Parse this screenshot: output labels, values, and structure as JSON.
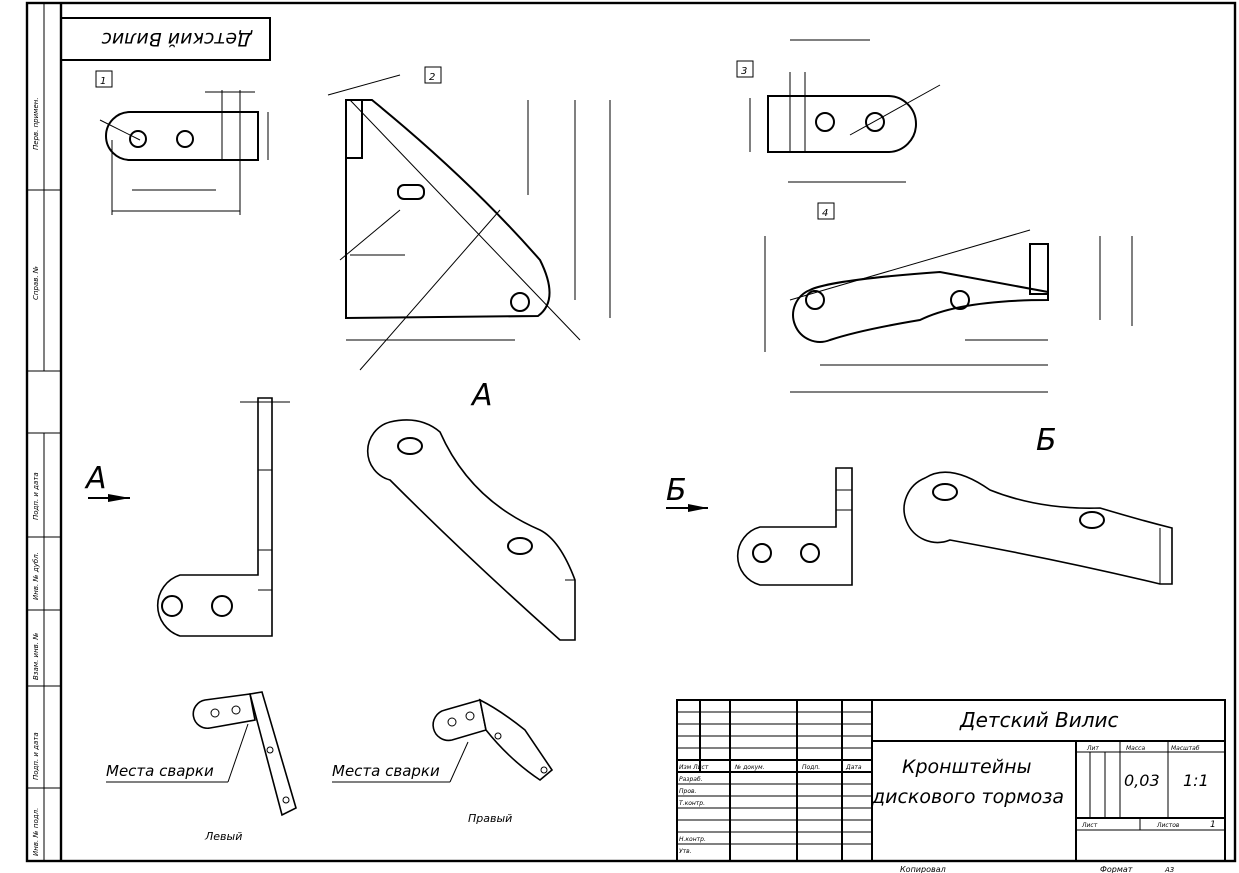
{
  "stamp_box": {
    "text": "Детский Вилис"
  },
  "views": {
    "section_a": "А",
    "section_b": "Б",
    "arrow_a": "А",
    "arrow_b": "Б",
    "bracket_marks": [
      "1",
      "2",
      "3",
      "4"
    ]
  },
  "weld_callouts": {
    "left": "Места сварки",
    "right": "Места сварки",
    "left_part": "Левый",
    "right_part": "Правый"
  },
  "title_block": {
    "project": "Детский Вилис",
    "name_line1": "Кронштейны",
    "name_line2": "дискового тормоза",
    "lit_header": "Лит",
    "mass_header": "Масса",
    "scale_header": "Масштаб",
    "mass_value": "0,03",
    "scale_value": "1:1",
    "sheet_label": "Лист",
    "sheets_label": "Листов",
    "sheets_value": "1",
    "rows": [
      "Изм Лист",
      "№ докум.",
      "Подп.",
      "Дата",
      "Разраб.",
      "Пров.",
      "Т.контр.",
      "Н.контр.",
      "Утв."
    ],
    "copied_label": "Копировал",
    "format_label": "Формат",
    "format_value": "A3"
  },
  "side_column": [
    "Перв. примен.",
    "Справ. №",
    "Подп. и дата",
    "Инв. № дубл.",
    "Взам. инв. №",
    "Подп. и дата",
    "Инв. № подл."
  ]
}
